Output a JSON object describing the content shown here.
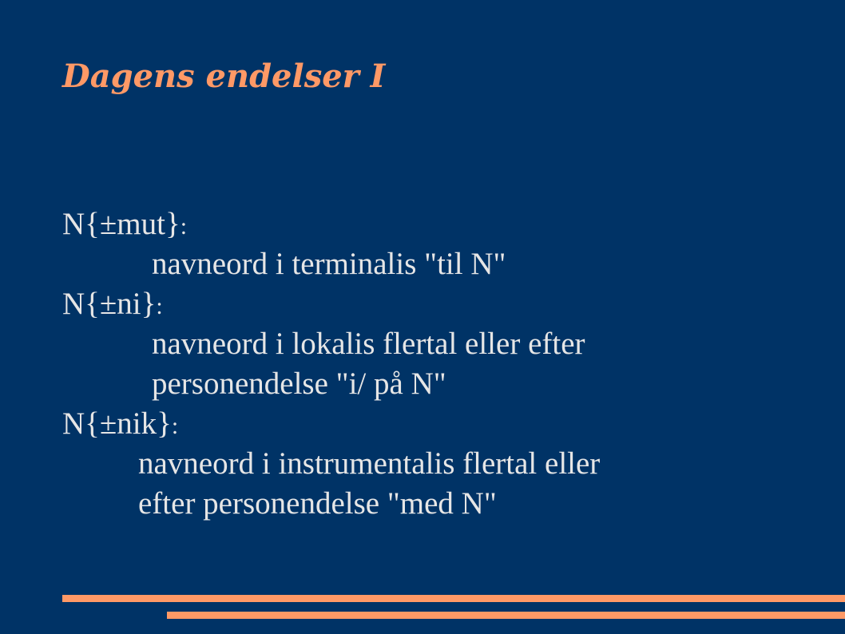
{
  "slide": {
    "title": "Dagens endelser I",
    "entries": [
      {
        "term": "N{±mut}",
        "colon": ":",
        "lines": [
          "navneord i terminalis \"til N\""
        ]
      },
      {
        "term": "N{±ni}",
        "colon": ":",
        "lines": [
          "navneord i lokalis flertal eller efter",
          "personendelse \"i/ på N\""
        ]
      },
      {
        "term": "N{±nik}",
        "colon": ":",
        "lines": [
          "navneord i instrumentalis flertal eller",
          "efter personendelse \"med N\""
        ]
      }
    ]
  },
  "colors": {
    "background": "#003366",
    "accent": "#ff9966",
    "text": "#e6e6e6"
  }
}
